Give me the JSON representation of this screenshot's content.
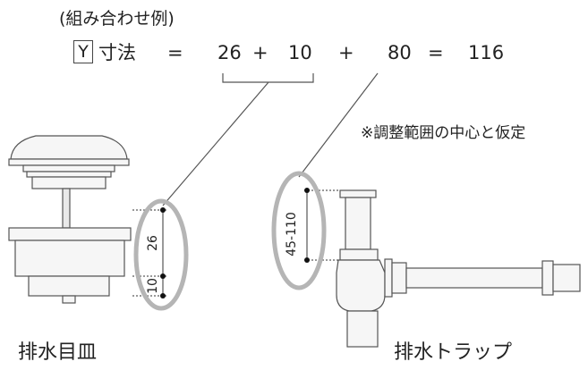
{
  "example_heading": "(組み合わせ例)",
  "equation": {
    "y_box": "Y",
    "label": "寸法",
    "equals_1": "=",
    "term_1": "26",
    "plus_1": "+",
    "term_2": "10",
    "plus_2": "+",
    "term_3": "80",
    "equals_2": "=",
    "total": "116"
  },
  "note": "※調整範囲の中心と仮定",
  "drain_dims": {
    "upper": "26",
    "lower": "10"
  },
  "trap_dim": "45-110",
  "caption_left": "排水目皿",
  "caption_right": "排水トラップ"
}
